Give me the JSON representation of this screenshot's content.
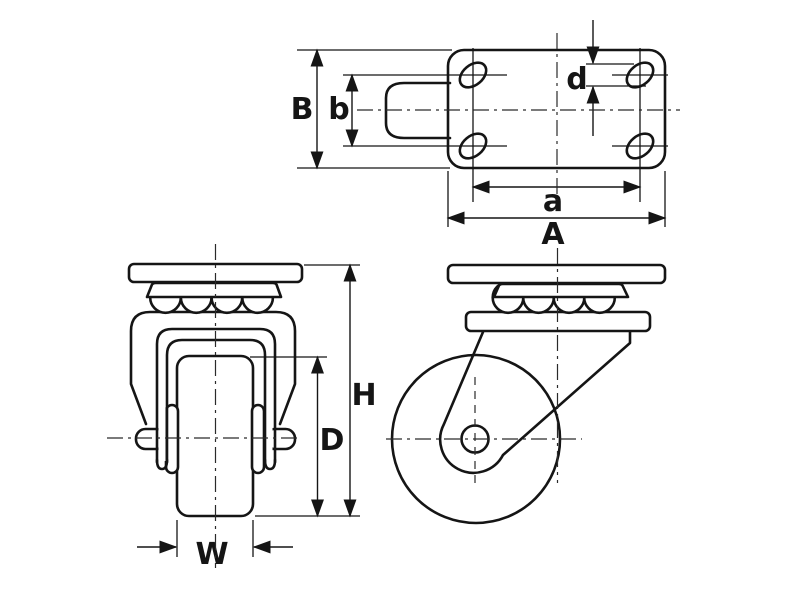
{
  "drawing": {
    "type": "caster-dimension-diagram",
    "background_color": "#ffffff",
    "line_color": "#151515",
    "labels": {
      "A": "A",
      "a": "a",
      "B": "B",
      "b": "b",
      "d": "d",
      "H": "H",
      "D": "D",
      "W": "W"
    }
  }
}
